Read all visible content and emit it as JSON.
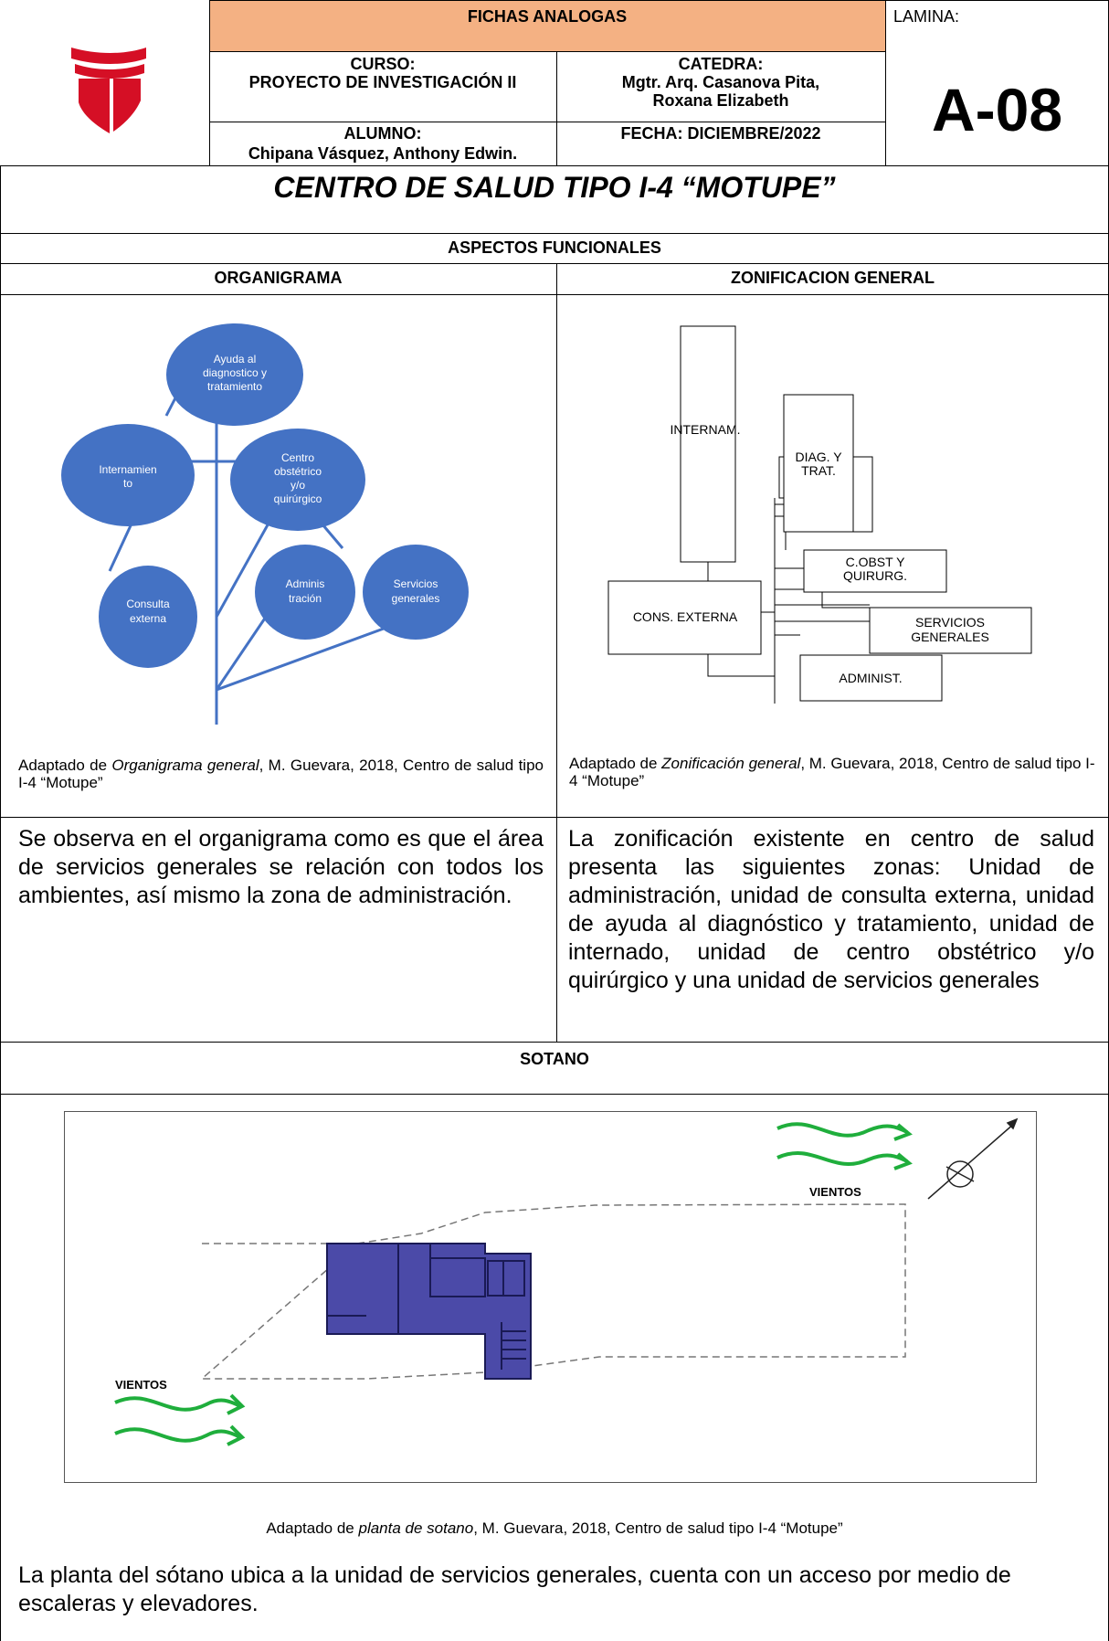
{
  "header": {
    "fichas": "FICHAS ANALOGAS",
    "lamina_label": "LAMINA:",
    "curso_label": "CURSO:",
    "curso_value": "PROYECTO DE INVESTIGACIÓN II",
    "catedra_label": "CATEDRA:",
    "catedra_line1": "Mgtr. Arq. Casanova Pita,",
    "catedra_line2": "Roxana Elizabeth",
    "alumno_label": "ALUMNO:",
    "alumno_value": "Chipana Vásquez, Anthony Edwin.",
    "fecha": "FECHA: DICIEMBRE/2022",
    "sheet_code": "A-08",
    "accent_color": "#f4b183",
    "logo_color": "#d50f25"
  },
  "title": "CENTRO DE SALUD TIPO I-4 “MOTUPE”",
  "section_aspectos": "ASPECTOS FUNCIONALES",
  "organigrama": {
    "heading": "ORGANIGRAMA",
    "nodes": {
      "ayuda": [
        "Ayuda al",
        "diagnostico y",
        "tratamiento"
      ],
      "intern": [
        "Internamien",
        "to"
      ],
      "centro": [
        "Centro",
        "obstétrico",
        "y/o",
        "quirúrgico"
      ],
      "consulta": [
        "Consulta",
        "externa"
      ],
      "admin": [
        "Adminis",
        "tración"
      ],
      "servicios": [
        "Servicios",
        "generales"
      ]
    },
    "node_color": "#4472c4",
    "caption_pre": "Adaptado de ",
    "caption_italic": "Organigrama general",
    "caption_post": ", M. Guevara, 2018, Centro de salud tipo I-4 “Motupe”",
    "description": "Se observa en el organigrama como es que el área de servicios generales se relación con todos los ambientes, así mismo la zona de administración."
  },
  "zonificacion": {
    "heading": "ZONIFICACION GENERAL",
    "zones": {
      "internam": "INTERNAM.",
      "diag": [
        "DIAG. Y",
        "TRAT."
      ],
      "cobst": [
        "C.OBST Y",
        "QUIRURG."
      ],
      "cons": "CONS. EXTERNA",
      "serv": [
        "SERVICIOS",
        "GENERALES"
      ],
      "admin": "ADMINIST."
    },
    "caption_pre": "Adaptado de ",
    "caption_italic": "Zonificación general",
    "caption_post": ", M. Guevara, 2018, Centro de salud tipo I-4 “Motupe”",
    "description": "La zonificación existente en centro de salud presenta las siguientes zonas: Unidad de administración, unidad de consulta externa, unidad de ayuda al diagnóstico y tratamiento, unidad de internado, unidad de centro obstétrico y/o quirúrgico y una unidad de servicios generales"
  },
  "sotano": {
    "heading": "SOTANO",
    "wind_label_top": "VIENTOS",
    "wind_label_bottom": "VIENTOS",
    "building_color": "#4b4aa8",
    "wind_color": "#1fae3c",
    "caption_pre": "Adaptado de ",
    "caption_italic": "planta de sotano",
    "caption_post": ", M. Guevara, 2018, Centro de salud tipo I-4 “Motupe”",
    "description": "La planta del sótano ubica a la unidad de servicios generales, cuenta con un acceso por medio de escaleras y elevadores."
  }
}
